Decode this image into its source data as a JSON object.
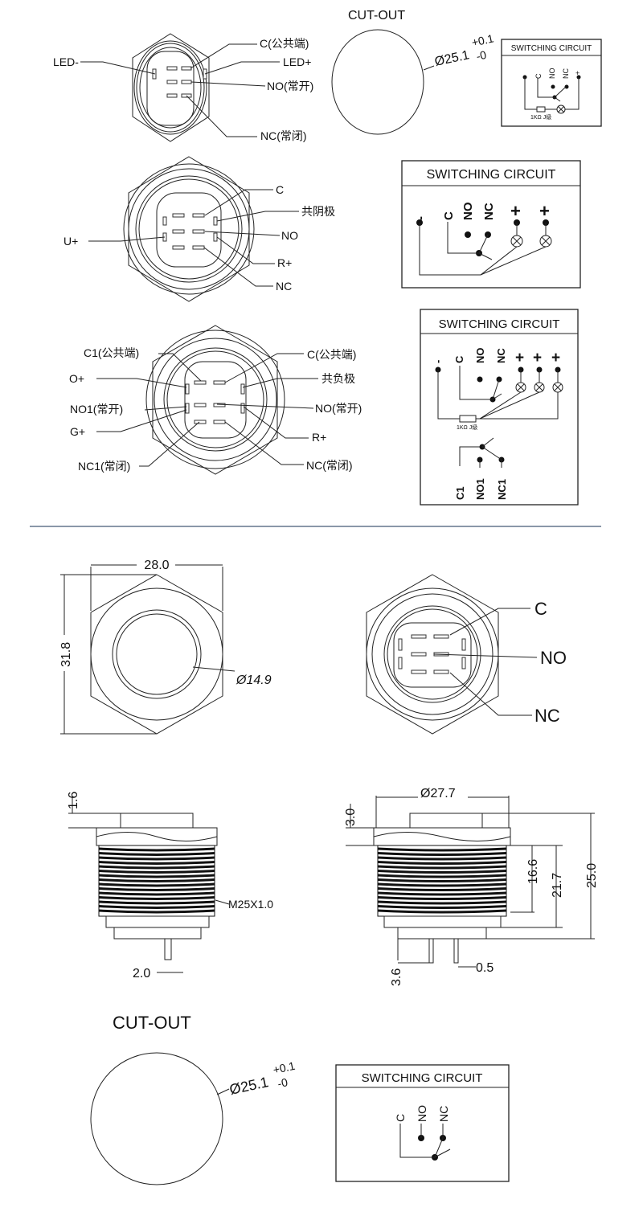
{
  "top": {
    "model_a": {
      "labels": {
        "led_minus": "LED-",
        "c": "C(公共端)",
        "led_plus": "LED+",
        "no": "NO(常开)",
        "nc": "NC(常闭)"
      }
    },
    "cutout_a": {
      "title": "CUT-OUT",
      "diameter": "Ø25.1",
      "tol_plus": "+0.1",
      "tol_minus": "-0"
    },
    "circuit_a": {
      "title": "SWITCHING CIRCUIT",
      "pins": [
        "-",
        "C",
        "NO",
        "NC",
        "+"
      ],
      "resistor": "1KΩ J级"
    },
    "model_b": {
      "labels": {
        "c": "C",
        "common_cathode": "共阴极",
        "u_plus": "U+",
        "no": "NO",
        "r_plus": "R+",
        "nc": "NC"
      }
    },
    "circuit_b": {
      "title": "SWITCHING CIRCUIT",
      "pins": [
        "-",
        "C",
        "NO",
        "NC",
        "+",
        "+"
      ]
    },
    "model_c": {
      "labels": {
        "c1": "C1(公共端)",
        "o_plus": "O+",
        "no1": "NO1(常开)",
        "g_plus": "G+",
        "nc1": "NC1(常闭)",
        "c": "C(公共端)",
        "common_cathode": "共负极",
        "no": "NO(常开)",
        "r_plus": "R+",
        "nc": "NC(常闭)"
      }
    },
    "circuit_c": {
      "title": "SWITCHING CIRCUIT",
      "pins": [
        "-",
        "C",
        "NO",
        "NC",
        "+",
        "+",
        "+"
      ],
      "resistor": "1KΩ J级",
      "pins2": [
        "C1",
        "NO1",
        "NC1"
      ]
    }
  },
  "bottom": {
    "front": {
      "width": "28.0",
      "height": "31.8",
      "diameter": "Ø14.9"
    },
    "back": {
      "labels": {
        "c": "C",
        "no": "NO",
        "nc": "NC"
      }
    },
    "side_left": {
      "head": "1.6",
      "thread": "M25X1.0",
      "pin": "2.0"
    },
    "side_right": {
      "diameter": "Ø27.7",
      "head": "3.0",
      "d1": "16.6",
      "d2": "21.7",
      "d3": "25.0",
      "pin_len": "3.6",
      "pin_w": "0.5"
    },
    "cutout": {
      "title": "CUT-OUT",
      "diameter": "Ø25.1",
      "tol_plus": "+0.1",
      "tol_minus": "-0"
    },
    "circuit": {
      "title": "SWITCHING CIRCUIT",
      "pins": [
        "C",
        "NO",
        "NC"
      ]
    }
  }
}
